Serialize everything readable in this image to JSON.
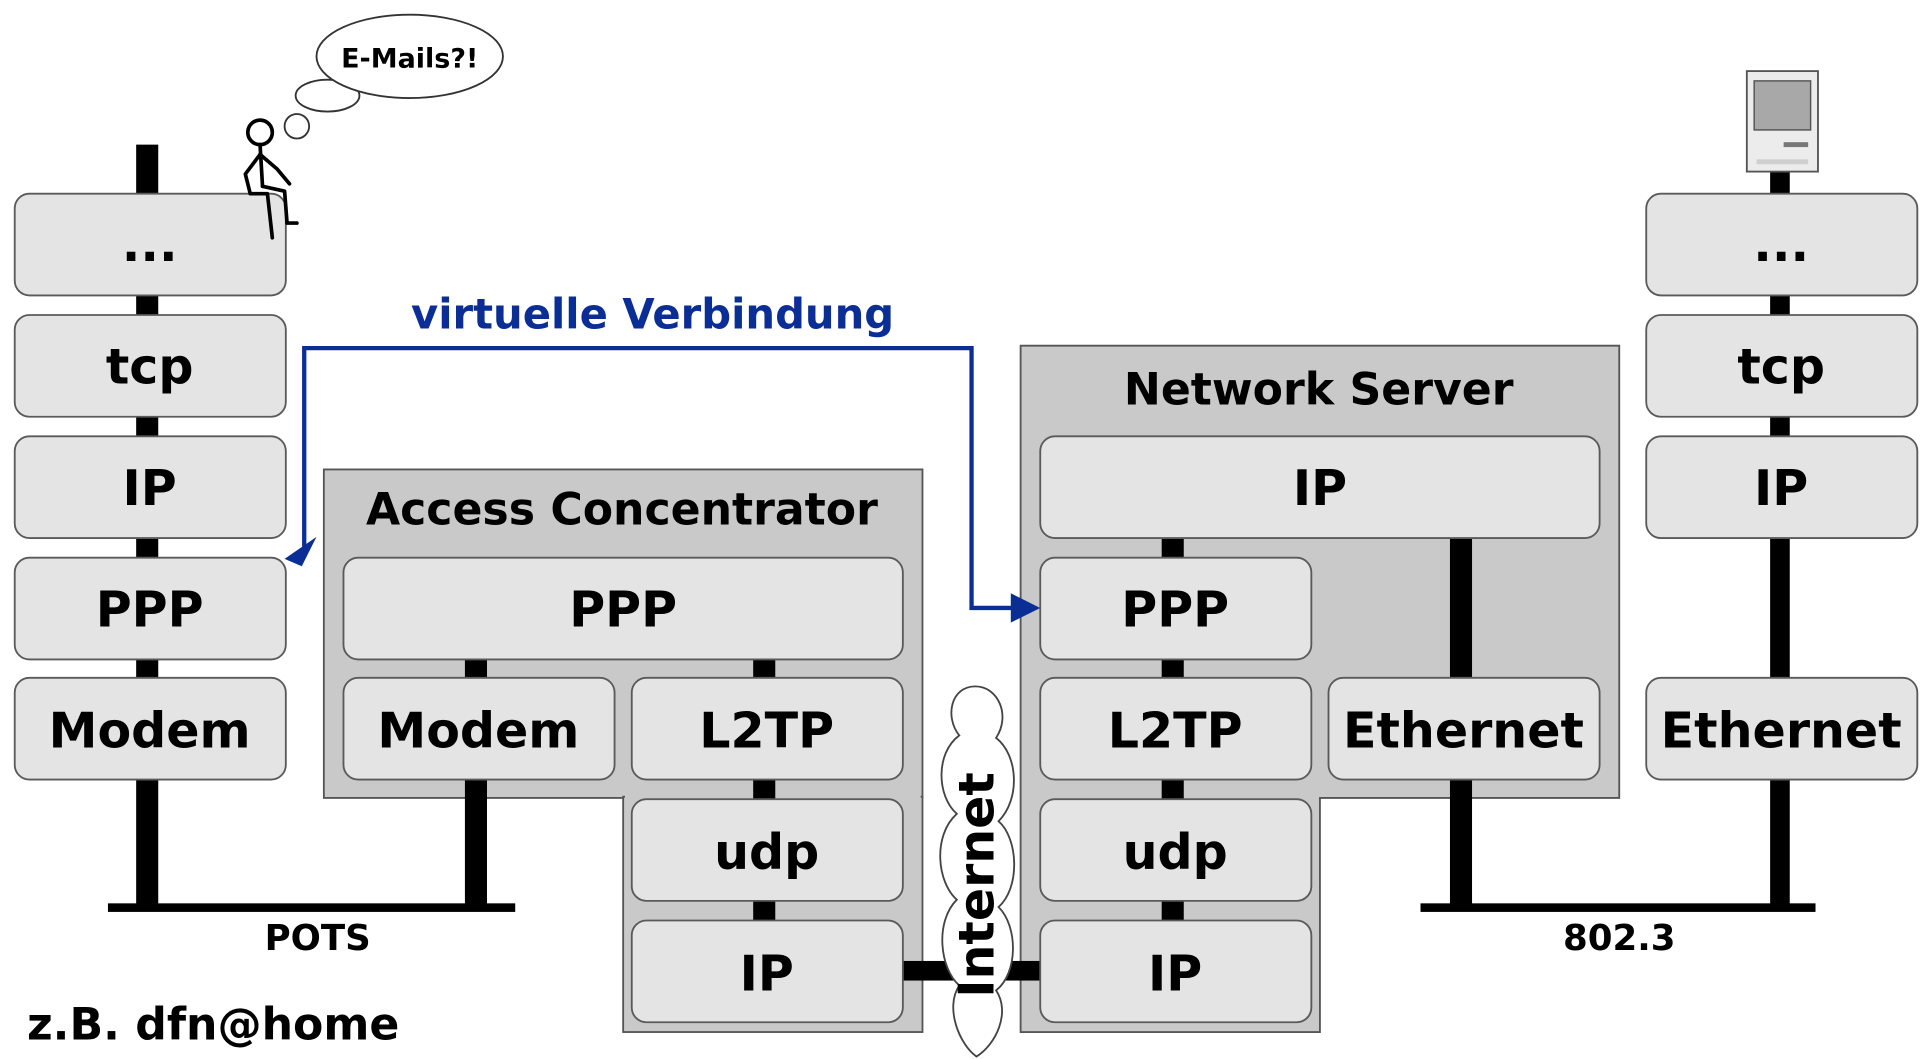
{
  "client": {
    "thought": "E-Mails?!",
    "stack": [
      "...",
      "tcp",
      "IP",
      "PPP",
      "Modem"
    ]
  },
  "access_concentrator": {
    "title": "Access Concentrator",
    "ppp": "PPP",
    "modem": "Modem",
    "l2tp": "L2TP",
    "udp": "udp",
    "ip": "IP"
  },
  "network_server": {
    "title": "Network Server",
    "ip_top": "IP",
    "ppp": "PPP",
    "l2tp": "L2TP",
    "ethernet": "Ethernet",
    "udp": "udp",
    "ip": "IP"
  },
  "host": {
    "stack": [
      "...",
      "tcp",
      "IP",
      "Ethernet"
    ]
  },
  "links": {
    "virtual": "virtuelle Verbindung",
    "pots": "POTS",
    "lan": "802.3",
    "internet": "Internet"
  },
  "footer": "z.B. dfn@home",
  "colors": {
    "virtual_link": "#0a2e96",
    "box_fill": "#e4e4e4",
    "region_fill": "#c9c9c9"
  }
}
